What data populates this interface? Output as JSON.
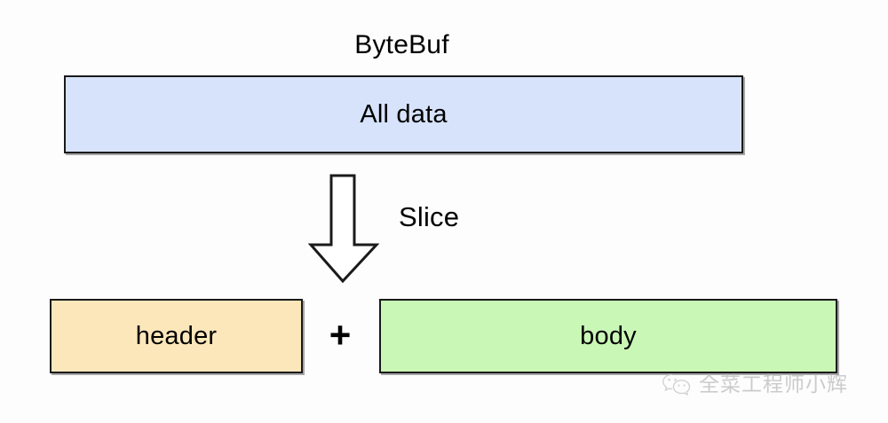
{
  "diagram": {
    "title": "ByteBuf",
    "type": "bytebuf-slice-diagram",
    "background_color": "#fdfdfd"
  },
  "source_buffer": {
    "label": "All data",
    "fill_color": "#d7e3fb",
    "border_color": "#1a1a1a"
  },
  "operation": {
    "label": "Slice",
    "arrow_icon": "arrow-down-icon",
    "arrow_fill": "#ffffff",
    "arrow_stroke": "#1a1a1a"
  },
  "result_parts": [
    {
      "label": "header",
      "fill_color": "#fce7ba",
      "border_color": "#1a1a1a"
    },
    {
      "label": "body",
      "fill_color": "#c9f7b6",
      "border_color": "#1a1a1a"
    }
  ],
  "operator": {
    "symbol": "+"
  },
  "watermark": {
    "icon": "wechat-icon",
    "text": "全菜工程师小辉",
    "color": "#b8b8b8"
  }
}
